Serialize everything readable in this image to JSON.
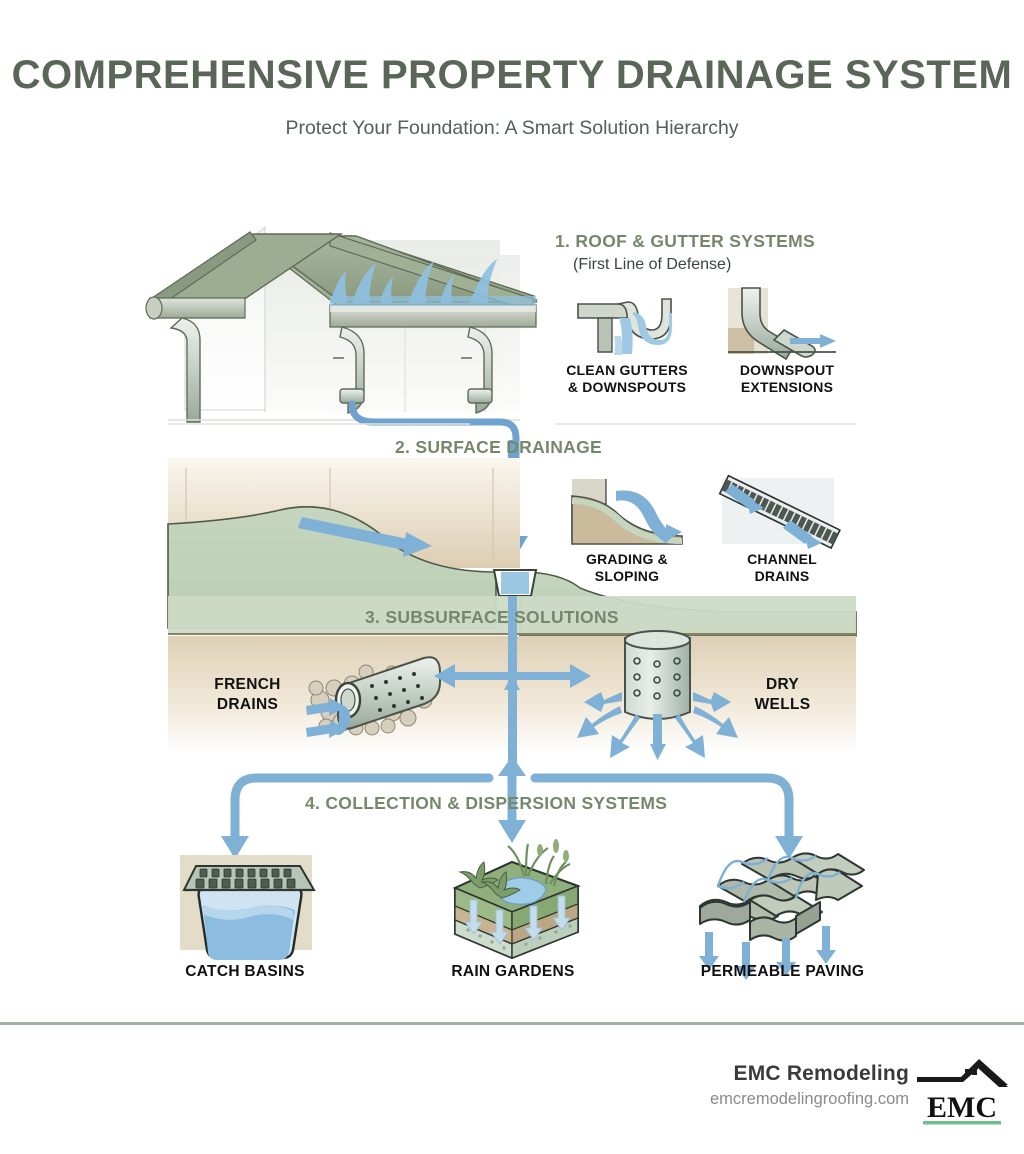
{
  "header": {
    "title": "COMPREHENSIVE PROPERTY DRAINAGE SYSTEM",
    "subtitle": "Protect Your Foundation: A Smart Solution Hierarchy"
  },
  "sections": [
    {
      "number": "1",
      "heading": "1. ROOF & GUTTER SYSTEMS",
      "subheading": "(First Line of Defense)",
      "items": [
        {
          "label_line1": "CLEAN GUTTERS",
          "label_line2": "& DOWNSPOUTS",
          "icon": "gutter-overflow-icon"
        },
        {
          "label_line1": "DOWNSPOUT",
          "label_line2": "EXTENSIONS",
          "icon": "downspout-extension-icon"
        }
      ]
    },
    {
      "number": "2",
      "heading": "2. SURFACE DRAINAGE",
      "subheading": "",
      "items": [
        {
          "label_line1": "GRADING &",
          "label_line2": "SLOPING",
          "icon": "grading-slope-icon"
        },
        {
          "label_line1": "CHANNEL",
          "label_line2": "DRAINS",
          "icon": "channel-drain-icon"
        }
      ]
    },
    {
      "number": "3",
      "heading": "3. SUBSURFACE SOLUTIONS",
      "subheading": "",
      "items": [
        {
          "label_line1": "FRENCH",
          "label_line2": "DRAINS",
          "icon": "french-drain-icon"
        },
        {
          "label_line1": "DRY",
          "label_line2": "WELLS",
          "icon": "dry-well-icon"
        }
      ]
    },
    {
      "number": "4",
      "heading": "4. COLLECTION & DISPERSION SYSTEMS",
      "subheading": "",
      "items": [
        {
          "label_line1": "CATCH BASINS",
          "label_line2": "",
          "icon": "catch-basin-icon"
        },
        {
          "label_line1": "RAIN GARDENS",
          "label_line2": "",
          "icon": "rain-garden-icon"
        },
        {
          "label_line1": "PERMEABLE PAVING",
          "label_line2": "",
          "icon": "permeable-paving-icon"
        }
      ]
    }
  ],
  "illustrations": {
    "house": "house-with-gutters-illustration",
    "ground_slope": "graded-ground-illustration",
    "soil_cross_section": "soil-cross-section-illustration",
    "flow_arrows": "water-flow-arrows"
  },
  "footer": {
    "brand_name": "EMC Remodeling",
    "website": "emcremodelingroofing.com",
    "logo_text": "EMC",
    "logo_icon": "house-roof-logo-icon"
  },
  "colors": {
    "heading_green": "#77876b",
    "title_gray": "#5a6658",
    "water_blue": "#7aaed4",
    "roof_green": "#9aab8e",
    "turf_green": "#c3d2bb",
    "soil_tan": "#e0d3bb",
    "divider_green": "#9fb3a2"
  }
}
